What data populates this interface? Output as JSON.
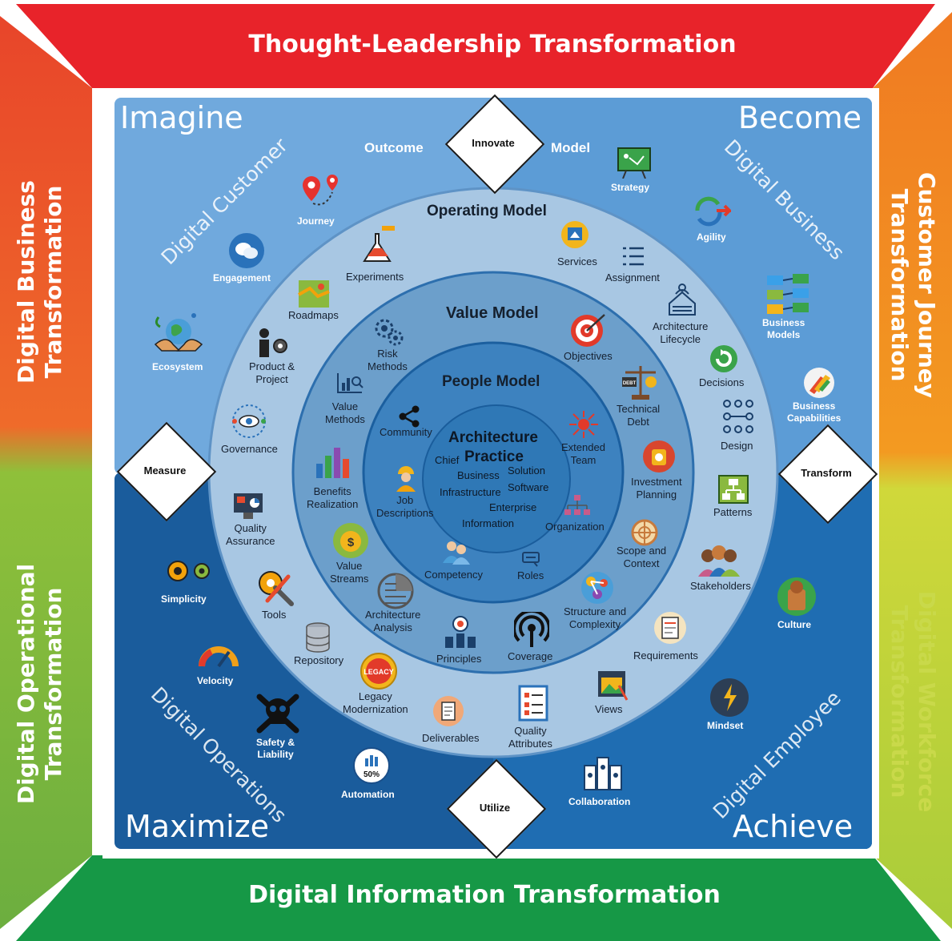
{
  "bands": {
    "top": "Thought-Leadership Transformation",
    "bottom": "Digital Information Transformation",
    "left_upper": "Digital Business Transformation",
    "left_lower": "Digital Operational Transformation",
    "right_upper": "Customer Journey Transformation",
    "right_lower": "Digital Workforce Transformation"
  },
  "corners": {
    "imagine": "Imagine",
    "become": "Become",
    "maximize": "Maximize",
    "achieve": "Achieve"
  },
  "quadrant_arcs": {
    "customer": "Digital Customer",
    "business": "Digital Business",
    "operations": "Digital Operations",
    "employee": "Digital Employee"
  },
  "top_labels": {
    "outcome": "Outcome",
    "model": "Model"
  },
  "diamonds": {
    "innovate": "Innovate",
    "measure": "Measure",
    "transform": "Transform",
    "utilize": "Utilize"
  },
  "ring_titles": {
    "operating": "Operating Model",
    "value": "Value Model",
    "people": "People Model"
  },
  "center": {
    "architecture": "Architecture",
    "chief": "Chief",
    "practice": "Practice",
    "business": "Business",
    "solution": "Solution",
    "infrastructure": "Infrastructure",
    "software": "Software",
    "enterprise": "Enterprise",
    "information": "Information"
  },
  "outer_items": {
    "journey": "Journey",
    "engagement": "Engagement",
    "ecosystem": "Ecosystem",
    "simplicity": "Simplicity",
    "velocity": "Velocity",
    "safety": "Safety &\nLiability",
    "automation": "Automation",
    "collaboration": "Collaboration",
    "mindset": "Mindset",
    "culture": "Culture",
    "capabilities": "Business\nCapabilities",
    "models": "Business\nModels",
    "agility": "Agility",
    "strategy": "Strategy"
  },
  "operating_items": {
    "experiments": "Experiments",
    "roadmaps": "Roadmaps",
    "product": "Product &\nProject",
    "governance": "Governance",
    "quality_assurance": "Quality\nAssurance",
    "tools": "Tools",
    "repository": "Repository",
    "legacy": "Legacy\nModernization",
    "deliverables": "Deliverables",
    "quality_attributes": "Quality\nAttributes",
    "views": "Views",
    "requirements": "Requirements",
    "stakeholders": "Stakeholders",
    "patterns": "Patterns",
    "design": "Design",
    "decisions": "Decisions",
    "lifecycle": "Architecture\nLifecycle",
    "assignment": "Assignment",
    "services": "Services"
  },
  "value_items": {
    "risk": "Risk\nMethods",
    "value_methods": "Value\nMethods",
    "benefits": "Benefits\nRealization",
    "value_streams": "Value\nStreams",
    "arch_analysis": "Architecture\nAnalysis",
    "principles": "Principles",
    "coverage": "Coverage",
    "structure": "Structure and\nComplexity",
    "scope": "Scope and\nContext",
    "investment": "Investment\nPlanning",
    "tech_debt": "Technical\nDebt",
    "objectives": "Objectives"
  },
  "people_items": {
    "community": "Community",
    "extended": "Extended\nTeam",
    "job": "Job\nDescriptions",
    "organization": "Organization",
    "competency": "Competency",
    "roles": "Roles"
  },
  "icon_texts": {
    "legacy_badge": "LEGACY",
    "debt_badge": "DEBT",
    "automation_pct": "50%"
  },
  "colors": {
    "red": "#e8252a",
    "orange": "#ef7d22",
    "lime": "#8fbf3a",
    "yellow_green": "#c9d63c",
    "green": "#169846",
    "sky": "#6ea6d9",
    "navy": "#1769b0",
    "ring_outer": "#a9c9e6",
    "ring_value": "#6ea1cc",
    "ring_people": "#3f84c0",
    "core": "#2d74b3"
  }
}
